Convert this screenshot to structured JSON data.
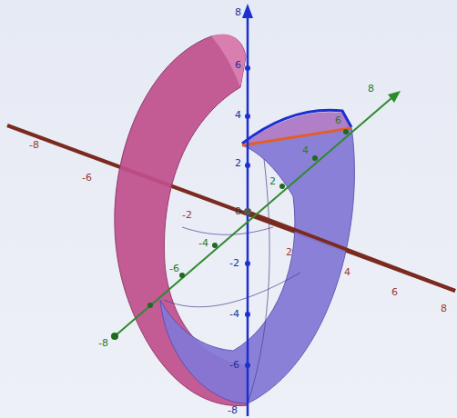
{
  "diagram": {
    "labels": [
      "8",
      "6",
      "4",
      "2",
      "0",
      "-2",
      "-4",
      "-6",
      "-8",
      "-8",
      "-6",
      "-2",
      "2",
      "4",
      "6",
      "8",
      "8",
      "6",
      "4",
      "2",
      "-4",
      "-6",
      "-8"
    ]
  }
}
